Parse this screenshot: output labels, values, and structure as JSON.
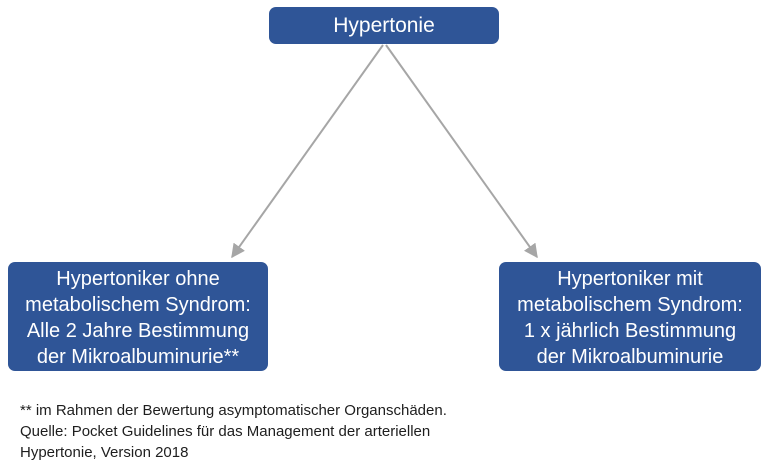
{
  "root": {
    "label": "Hypertonie"
  },
  "children": [
    {
      "lines": [
        "Hypertoniker ohne",
        "metabolischem Syndrom:",
        "Alle 2 Jahre Bestimmung",
        "der Mikroalbuminurie**"
      ]
    },
    {
      "lines": [
        "Hypertoniker mit",
        "metabolischem Syndrom:",
        "1 x jährlich Bestimmung",
        "der Mikroalbuminurie"
      ]
    }
  ],
  "footnotes": [
    "** im Rahmen der Bewertung asymptomatischer Organschäden.",
    "Quelle: Pocket Guidelines für das Management der arteriellen",
    "Hypertonie, Version 2018"
  ],
  "colors": {
    "node_fill": "#2f5597",
    "node_text": "#ffffff",
    "connector": "#a6a6a6",
    "footnote_text": "#1e1e1e"
  }
}
